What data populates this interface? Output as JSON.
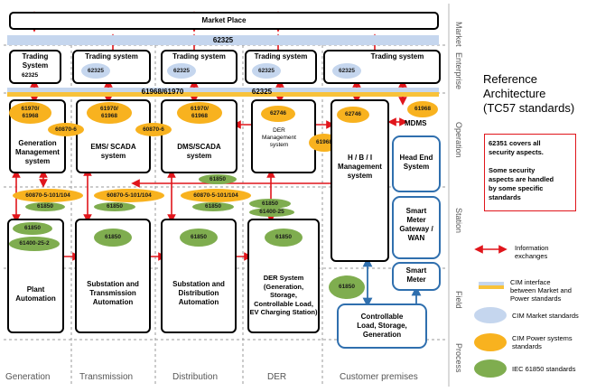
{
  "marketplace": "Market Place",
  "bar_top": "62325",
  "bar_mid_left": "61968/61970",
  "bar_mid_right": "62325",
  "zones": [
    "Market",
    "Enterprise",
    "Operation",
    "Station",
    "Field",
    "Process"
  ],
  "columns": [
    "Generation",
    "Transmission",
    "Distribution",
    "DER",
    "Customer premises"
  ],
  "trading": {
    "t1": "Trading\nSystem",
    "t2": "Trading system",
    "t3": "Trading system",
    "t4": "Trading system",
    "t5": "Trading system",
    "t1_std": "62325",
    "ov": "62325"
  },
  "operation": {
    "gen": "Generation\nManagement\nsystem",
    "ems": "EMS/ SCADA\nsystem",
    "dms": "DMS/SCADA\nsystem",
    "der": "DER\nManagement\nsystem",
    "hbi": "H / B / I\nManagement\nsystem",
    "mdms": "MDMS",
    "headend": "Head End\nSystem",
    "gateway": "Smart\nMeter\nGateway /\nWAN"
  },
  "field": {
    "plant": "Plant\nAutomation",
    "sub_tx": "Substation and\nTransmission\nAutomation",
    "sub_dist": "Substation and\nDistribution\nAutomation",
    "der_sys": "DER System\n(Generation,\nStorage,\nControllable Load,\nEV Charging Station)",
    "meter": "Smart\nMeter",
    "load": "Controllable\nLoad, Storage,\nGeneration"
  },
  "std": {
    "s61970_61968": "61970/\n61968",
    "s62746": "62746",
    "s61968": "61968",
    "s60870_6": "60870-6",
    "s60870_5": "60870-5-101/104",
    "s61850": "61850",
    "s61850_7": "61850",
    "s61850_8": "61400-25",
    "s61400_25_2": "61400-25-2"
  },
  "reference": {
    "line1": "Reference",
    "line2": "Architecture",
    "line3": "(TC57 standards)"
  },
  "note": {
    "line1": "62351 covers all",
    "line2": "security aspects.",
    "line3": "Some security",
    "line4": "aspects are handled",
    "line5": "by some specific",
    "line6": "standards"
  },
  "legend": {
    "info": "Information\nexchanges",
    "cim_iface": "CIM interface\nbetween Market and\nPower standards",
    "cim_market": "CIM Market standards",
    "cim_power": "CIM Power systems\nstandards",
    "iec61850": "IEC 61850  standards"
  },
  "colors": {
    "blue_box": "#2f6fae",
    "ov_blue": "#c5d6ee",
    "ov_orange": "#f8b21f",
    "ov_green": "#7fad4f",
    "arrow": "#e0151b",
    "note_border": "#e0151b"
  }
}
